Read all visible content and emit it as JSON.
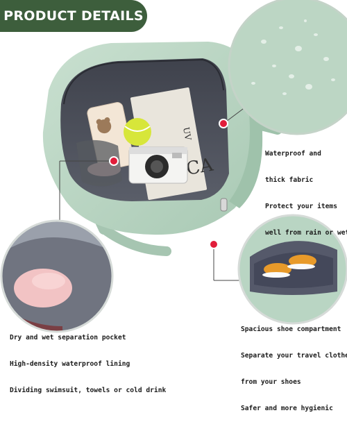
{
  "banner": {
    "title": "PRODUCT DETAILS"
  },
  "product": {
    "bag_color": "#b9d5c3",
    "lining_color": "#4a4d57",
    "accent_dot_color": "#e11d3a",
    "banner_color": "#3d5e3c"
  },
  "features": {
    "waterproof": {
      "lines": [
        "Waterproof and",
        "thick fabric",
        "Protect your items",
        "well from rain or wet"
      ]
    },
    "wet_pocket": {
      "lines": [
        "Dry and wet separation pocket",
        "High-density waterproof lining",
        "Dividing swimsuit, towels or cold drink"
      ]
    },
    "shoe_compartment": {
      "lines": [
        "Spacious shoe compartment",
        "Separate your travel clothes",
        "from your shoes",
        "Safer and more hygienic"
      ]
    }
  },
  "items_in_bag": {
    "book_text": "UV",
    "book_letters": "CA"
  }
}
